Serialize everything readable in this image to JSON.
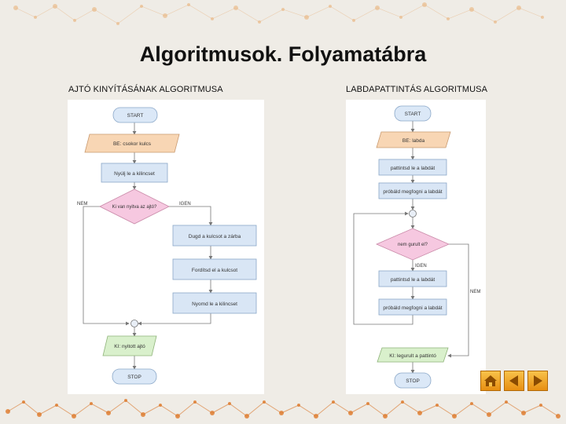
{
  "slide": {
    "title": "Algoritmusok. Folyamatábra",
    "left_subtitle": "AJTÓ KINYÍTÁSÁNAK ALGORITMUSA",
    "right_subtitle": "LABDAPATTINTÁS ALGORITMUSA"
  },
  "left_flow": {
    "start": "START",
    "input": "BE: csokor kulcs",
    "step1": "Nyúlj le a kilincset",
    "decision": "Ki van nyitva az ajtó?",
    "no": "NEM",
    "yes": "IGEN",
    "step2": "Dugd a kulcsot a zárba",
    "step3": "Fordítsd el a kulcsot",
    "step4": "Nyomd le a kilincset",
    "output": "KI: nyitott ajtó",
    "stop": "STOP"
  },
  "right_flow": {
    "start": "START",
    "input": "BE: labda",
    "step1": "pattintsd le a labdát",
    "step2": "próbáld megfogni a labdát",
    "decision": "nem gurult el?",
    "yes": "IGEN",
    "no": "NEM",
    "step3": "pattintsd le a labdát",
    "step4": "próbáld megfogni a labdát",
    "output": "KI: legurult a pattintó",
    "stop": "STOP"
  },
  "nav": {
    "home_icon": "home-icon",
    "prev_icon": "arrow-left-icon",
    "next_icon": "arrow-right-icon"
  },
  "colors": {
    "terminal": "#dbe8f7",
    "io": "#f8d6b4",
    "process": "#d9e6f5",
    "decision": "#f6c8e0",
    "nav": "#f0a22a"
  }
}
